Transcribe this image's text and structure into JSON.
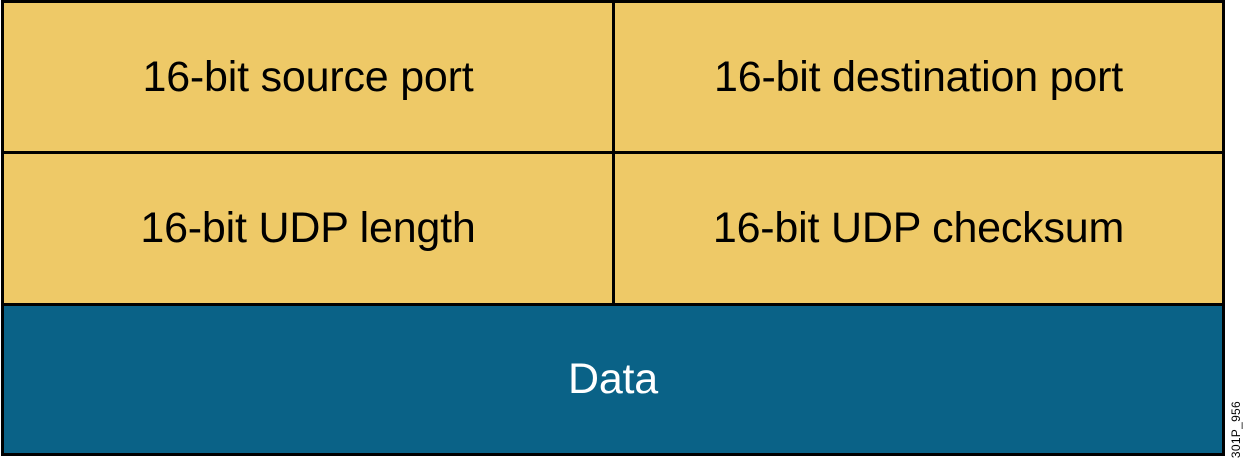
{
  "figure": {
    "type": "packet-format-diagram",
    "protocol": "UDP",
    "figure_id": "301P_956",
    "colors": {
      "header_field_fill": "#eec967",
      "payload_fill": "#0a6287",
      "border": "#000000",
      "header_text": "#000000",
      "payload_text": "#ffffff"
    },
    "rows": [
      {
        "row_name": "ports-row",
        "cells": [
          {
            "label": "16-bit source port"
          },
          {
            "label": "16-bit destination port"
          }
        ]
      },
      {
        "row_name": "length-checksum-row",
        "cells": [
          {
            "label": "16-bit UDP length"
          },
          {
            "label": "16-bit UDP checksum"
          }
        ]
      }
    ],
    "payload": {
      "label": "Data"
    }
  }
}
